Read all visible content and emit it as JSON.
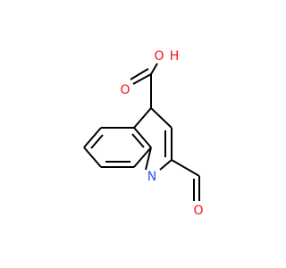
{
  "molecule": {
    "atoms": {
      "hydroxyl_oxygen": {
        "label": "O",
        "color": "#ff0d0d"
      },
      "hydroxyl_hydrogen": {
        "label": "H",
        "color": "#ff0d0d"
      },
      "carbonyl_oxygen_acid": {
        "label": "O",
        "color": "#ff0d0d"
      },
      "ring_nitrogen": {
        "label": "N",
        "color": "#3050f8"
      },
      "aldehyde_oxygen": {
        "label": "O",
        "color": "#ff0d0d"
      }
    },
    "bond_color": "#000000"
  }
}
